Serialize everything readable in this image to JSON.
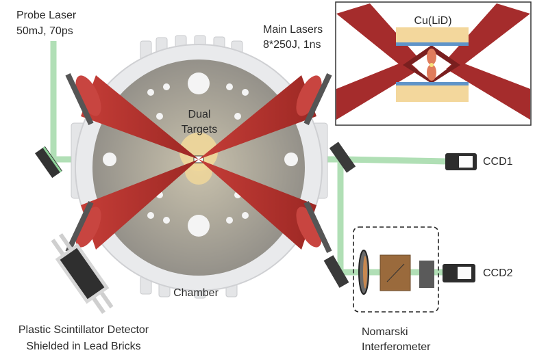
{
  "labels": {
    "probe_laser": "Probe Laser",
    "probe_laser_spec": "50mJ, 70ps",
    "main_lasers": "Main Lasers",
    "main_lasers_spec": "8*250J, 1ns",
    "dual_targets_line1": "Dual",
    "dual_targets_line2": "Targets",
    "chamber": "Chamber",
    "ccd1": "CCD1",
    "ccd2": "CCD2",
    "detector_line1": "Plastic Scintillator Detector",
    "detector_line2": "Shielded in Lead Bricks",
    "nomarski_line1": "Nomarski",
    "nomarski_line2": "Interferometer",
    "inset_target": "Cu(LiD)"
  },
  "colors": {
    "probe_beam": "#a8dcae",
    "main_laser": "#b8342f",
    "chamber_gray": "#a9a59b",
    "target_yellow": "#f0d79a",
    "target_blue": "#5f94c9"
  }
}
